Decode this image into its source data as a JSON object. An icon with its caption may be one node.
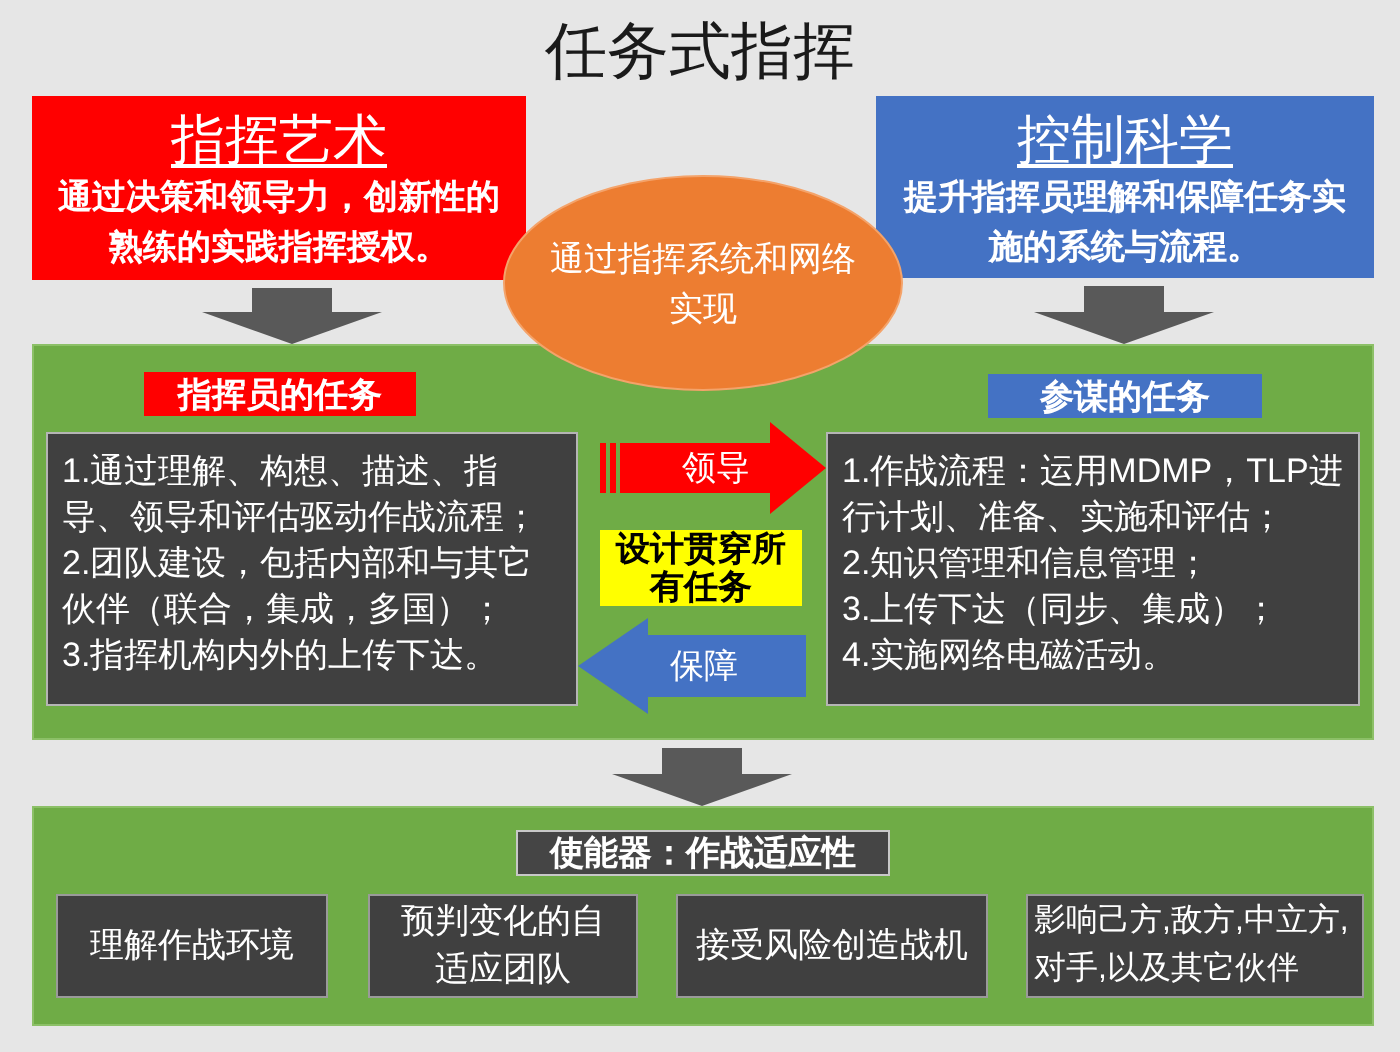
{
  "diagram": {
    "title": "任务式指挥",
    "nodes": [
      {
        "text": [
          "指挥艺术",
          "通过决策和领导力，创新性的熟练的实践指挥授权。"
        ]
      },
      {
        "text": [
          "通过指挥系统和网络实现"
        ]
      },
      {
        "text": [
          "控制科学",
          "提升指挥员理解和保障任务实施的系统与流程。"
        ]
      },
      {
        "text": [],
        "shape": "box"
      },
      {
        "text": [
          "指挥员的任务"
        ],
        "in": 3
      },
      {
        "text": [
          "参谋的任务"
        ],
        "in": 3
      },
      {
        "text": [
          "1.通过理解、构想、描述、指导、领导和评估驱动作战流程；",
          "2.团队建设，包括内部和与其它伙伴（联合，集成，多国）；",
          "3.指挥机构内外的上传下达。"
        ],
        "in": 3
      },
      {
        "text": [
          "设计贯穿所有任务"
        ],
        "in": 3
      },
      {
        "text": [
          "1.作战流程：运用MDMP，TLP进行计划、准备、实施和评估；",
          "2.知识管理和信息管理；",
          "3.上传下达（同步、集成）；",
          "4.实施网络电磁活动。"
        ],
        "in": 3
      },
      {
        "text": [],
        "shape": "box"
      },
      {
        "text": [
          "使能器：作战适应性"
        ],
        "in": 9
      },
      {
        "text": [
          "理解作战环境"
        ],
        "in": 9
      },
      {
        "text": [
          "预判变化的自适应团队"
        ],
        "in": 9
      },
      {
        "text": [
          "接受风险创造战机"
        ],
        "in": 9
      },
      {
        "text": [
          "影响己方,敌方,中立方,对手,以及其它伙伴"
        ],
        "in": 9
      }
    ],
    "edges": [
      {
        "from": 0,
        "to": 3,
        "arrow": "to"
      },
      {
        "from": 2,
        "to": 3,
        "arrow": "to"
      },
      {
        "from": 6,
        "to": 8,
        "arrow": "to",
        "label": "领导",
        "color": "#ff0000"
      },
      {
        "from": 8,
        "to": 6,
        "arrow": "to",
        "label": "保障",
        "color": "#4472c4"
      },
      {
        "from": 3,
        "to": 9,
        "arrow": "to"
      }
    ]
  }
}
